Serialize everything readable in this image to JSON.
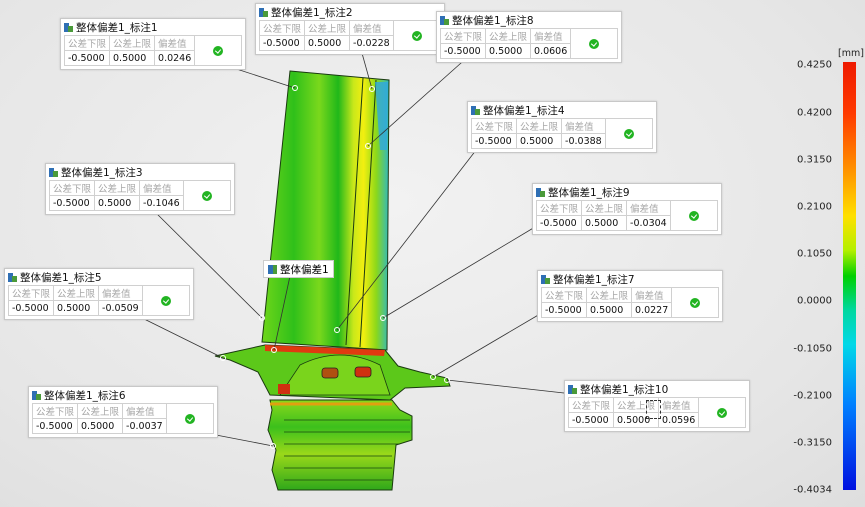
{
  "overall_label": "整体偏差1",
  "headers": {
    "lower": "公差下限",
    "upper": "公差上限",
    "dev": "偏差值"
  },
  "annotations": [
    {
      "title": "整体偏差1_标注1",
      "lower": "-0.5000",
      "upper": "0.5000",
      "dev": "0.0246",
      "status": "ok"
    },
    {
      "title": "整体偏差1_标注2",
      "lower": "-0.5000",
      "upper": "0.5000",
      "dev": "-0.0228",
      "status": "ok"
    },
    {
      "title": "整体偏差1_标注8",
      "lower": "-0.5000",
      "upper": "0.5000",
      "dev": "0.0606",
      "status": "ok"
    },
    {
      "title": "整体偏差1_标注4",
      "lower": "-0.5000",
      "upper": "0.5000",
      "dev": "-0.0388",
      "status": "ok"
    },
    {
      "title": "整体偏差1_标注3",
      "lower": "-0.5000",
      "upper": "0.5000",
      "dev": "-0.1046",
      "status": "ok"
    },
    {
      "title": "整体偏差1_标注9",
      "lower": "-0.5000",
      "upper": "0.5000",
      "dev": "-0.0304",
      "status": "ok"
    },
    {
      "title": "整体偏差1_标注5",
      "lower": "-0.5000",
      "upper": "0.5000",
      "dev": "-0.0509",
      "status": "ok"
    },
    {
      "title": "整体偏差1_标注7",
      "lower": "-0.5000",
      "upper": "0.5000",
      "dev": "0.0227",
      "status": "ok"
    },
    {
      "title": "整体偏差1_标注6",
      "lower": "-0.5000",
      "upper": "0.5000",
      "dev": "-0.0037",
      "status": "ok"
    },
    {
      "title": "整体偏差1_标注10",
      "lower": "-0.5000",
      "upper": "0.5000",
      "dev": "0.0596",
      "status": "ok"
    }
  ],
  "color_scale": {
    "unit": "[mm]",
    "labels": [
      "0.4250",
      "0.4200",
      "0.3150",
      "0.2100",
      "0.1050",
      "0.0000",
      "-0.1050",
      "-0.2100",
      "-0.3150",
      "-0.4034"
    ],
    "colors": [
      "#ee1a00",
      "#ff8a00",
      "#ffe000",
      "#00d000",
      "#00d8e8",
      "#0010e0"
    ]
  },
  "status_color": "#22b422"
}
